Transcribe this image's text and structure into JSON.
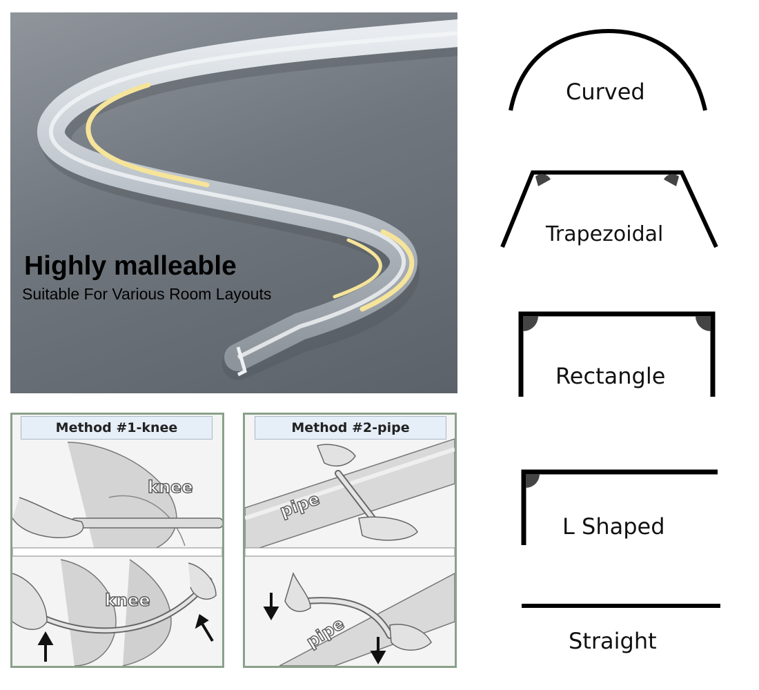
{
  "hero": {
    "title": "Highly malleable",
    "subtitle": "Suitable For Various Room Layouts"
  },
  "methods": [
    {
      "label": "Method #1-knee",
      "words": [
        "knee",
        "knee"
      ]
    },
    {
      "label": "Method #2-pipe",
      "words": [
        "pipe",
        "pipe"
      ]
    }
  ],
  "shapes": [
    {
      "label": "Curved"
    },
    {
      "label": "Trapezoidal"
    },
    {
      "label": "Rectangle"
    },
    {
      "label": "L Shaped"
    },
    {
      "label": "Straight"
    }
  ],
  "colors": {
    "panel_border": "#8aa08a",
    "method_label_bg": "#e6eef8",
    "led_glow": "#f5e49a",
    "hero_bg": "#6e747b"
  }
}
